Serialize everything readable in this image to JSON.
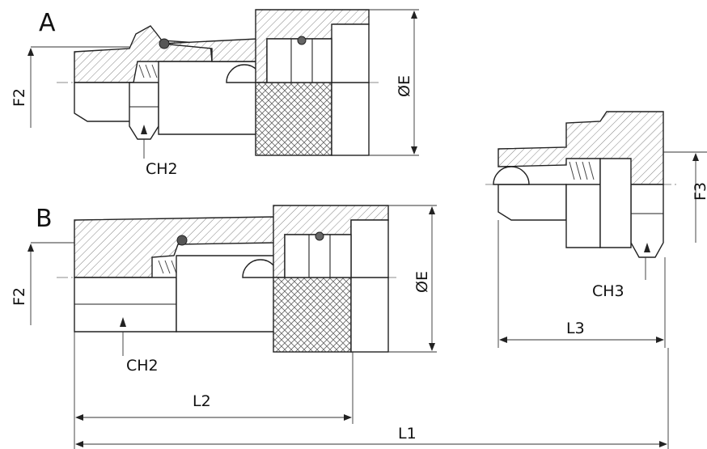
{
  "labels": {
    "view_a": "A",
    "view_b": "B",
    "f2_a": "F2",
    "f2_b": "F2",
    "f3": "F3",
    "oe_a": "ØE",
    "oe_b": "ØE",
    "ch2_a": "CH2",
    "ch2_b": "CH2",
    "ch3": "CH3",
    "l1": "L1",
    "l2": "L2",
    "l3": "L3"
  }
}
